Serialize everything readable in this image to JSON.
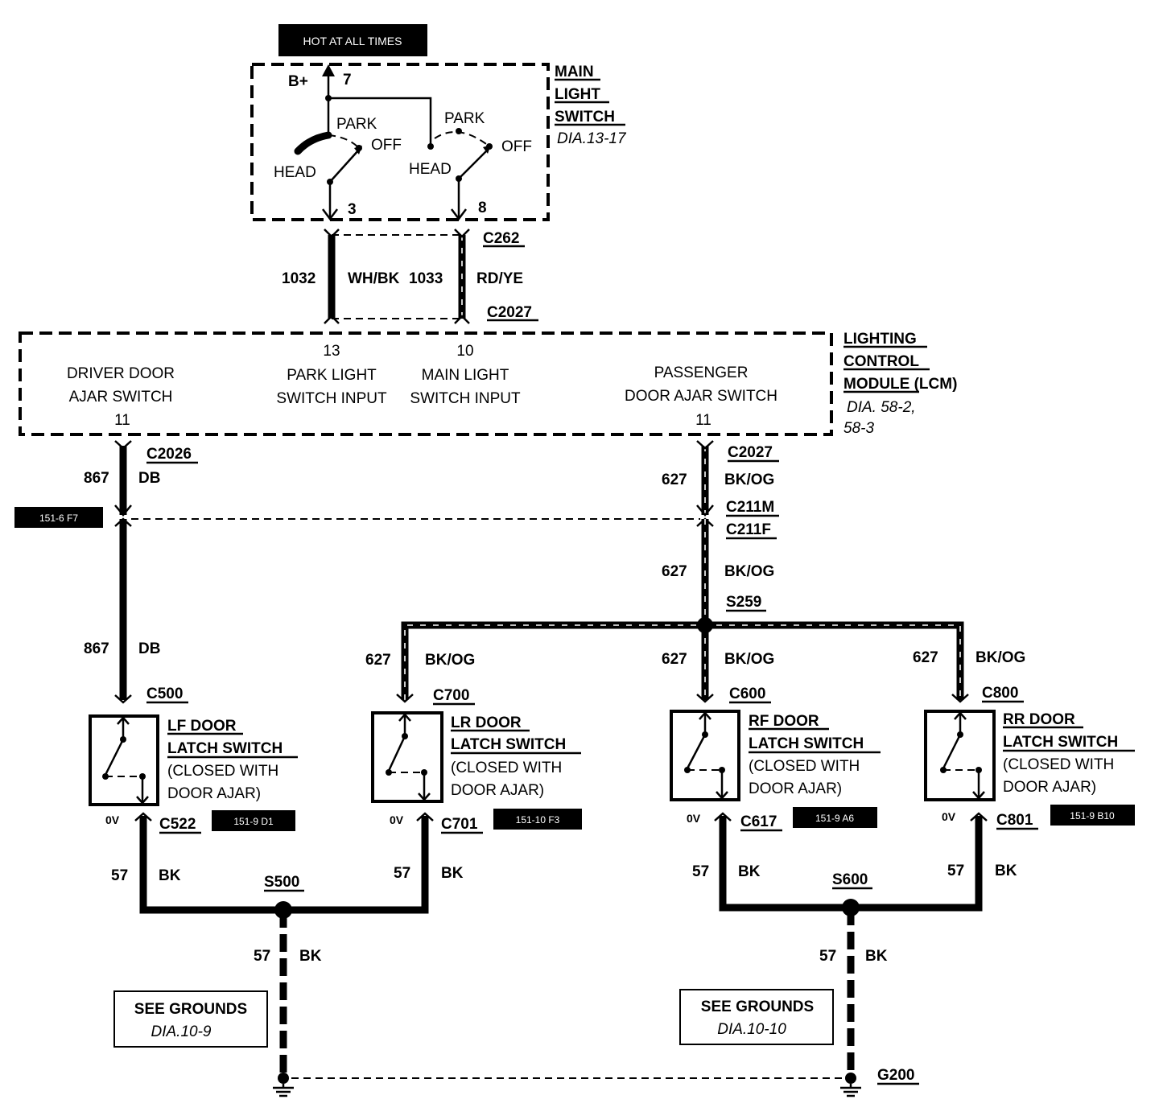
{
  "main_switch": {
    "hot_label": "HOT AT ALL TIMES",
    "b_plus": "B+",
    "pin_top": "7",
    "park1": "PARK",
    "off1": "OFF",
    "head1": "HEAD",
    "park2": "PARK",
    "off2": "OFF",
    "head2": "HEAD",
    "pin_left": "3",
    "pin_right": "8",
    "title": [
      "MAIN",
      "LIGHT",
      "SWITCH"
    ],
    "ref": "DIA.13-17"
  },
  "upper_wires": {
    "c262": "C262",
    "left_circuit": "1032",
    "left_color": "WH/BK",
    "right_circuit": "1033",
    "right_color": "RD/YE",
    "c2027": "C2027"
  },
  "lcm": {
    "pin13": "13",
    "pin10": "10",
    "driver": [
      "DRIVER DOOR",
      "AJAR SWITCH"
    ],
    "park_input": [
      "PARK LIGHT",
      "SWITCH INPUT"
    ],
    "main_input": [
      "MAIN LIGHT",
      "SWITCH INPUT"
    ],
    "passenger": [
      "PASSENGER",
      "DOOR AJAR SWITCH"
    ],
    "pin11_left": "11",
    "pin11_right": "11",
    "title": [
      "LIGHTING",
      "CONTROL",
      "MODULE"
    ],
    "title_suffix": " (LCM)",
    "ref": [
      "DIA. 58-2,",
      "58-3"
    ]
  },
  "left_chain": {
    "c2026": "C2026",
    "circuit": "867",
    "color": "DB",
    "tag": "151-6 F7",
    "circuit2": "867",
    "color2": "DB",
    "c500": "C500"
  },
  "right_chain": {
    "c2027": "C2027",
    "circuit": "627",
    "color": "BK/OG",
    "c211m": "C211M",
    "c211f": "C211F",
    "circuit2": "627",
    "color2": "BK/OG",
    "s259": "S259"
  },
  "branches": [
    {
      "circuit": "627",
      "color": "BK/OG",
      "connector": "C700"
    },
    {
      "circuit": "627",
      "color": "BK/OG",
      "connector": "C600"
    },
    {
      "circuit": "627",
      "color": "BK/OG",
      "connector": "C800"
    }
  ],
  "switches": [
    {
      "name": "LF DOOR",
      "name2": "LATCH SWITCH",
      "note1": "(CLOSED WITH",
      "note2": "DOOR AJAR)",
      "volt": "0V",
      "conn": "C522",
      "tag": "151-9 D1",
      "circuit": "57",
      "color": "BK"
    },
    {
      "name": "LR DOOR",
      "name2": "LATCH SWITCH",
      "note1": "(CLOSED WITH",
      "note2": "DOOR AJAR)",
      "volt": "0V",
      "conn": "C701",
      "tag": "151-10 F3",
      "circuit": "57",
      "color": "BK"
    },
    {
      "name": "RF DOOR",
      "name2": "LATCH SWITCH",
      "note1": "(CLOSED WITH",
      "note2": "DOOR AJAR)",
      "volt": "0V",
      "conn": "C617",
      "tag": "151-9 A6",
      "circuit": "57",
      "color": "BK"
    },
    {
      "name": "RR DOOR",
      "name2": "LATCH SWITCH",
      "note1": "(CLOSED WITH",
      "note2": "DOOR AJAR)",
      "volt": "0V",
      "conn": "C801",
      "tag": "151-9 B10",
      "circuit": "57",
      "color": "BK"
    }
  ],
  "grounds": {
    "s500": "S500",
    "s600": "S600",
    "left_circuit": "57",
    "left_color": "BK",
    "right_circuit": "57",
    "right_color": "BK",
    "see_left": "SEE GROUNDS",
    "see_left_ref": "DIA.10-9",
    "see_right": "SEE GROUNDS",
    "see_right_ref": "DIA.10-10",
    "g200": "G200"
  }
}
